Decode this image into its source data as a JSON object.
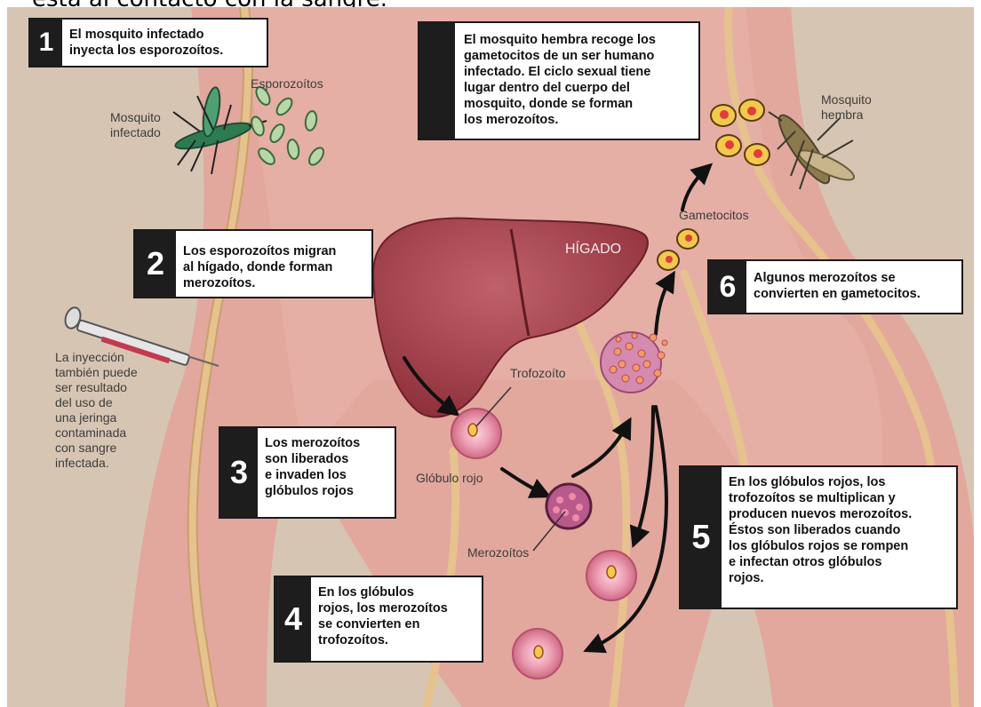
{
  "page_title": "esta al contacto con la sangre.",
  "steps": [
    {
      "number": "1",
      "text": "El mosquito infectado\ninyecta los esporozoítos."
    },
    {
      "number": "2",
      "text": "Los esporozoítos migran\nal hígado, donde forman\nmerozoítos."
    },
    {
      "number": "3",
      "text": "Los merozoítos\nson liberados\ne invaden los\nglóbulos rojos"
    },
    {
      "number": "4",
      "text": "En los glóbulos\nrojos, los merozoítos\nse convierten en\ntrofozoítos."
    },
    {
      "number": "5",
      "text": "En los glóbulos rojos, los\ntrofozoítos se multiplican y\nproducen nuevos merozoítos.\nÉstos son liberados cuando\nlos glóbulos rojos se rompen\ne infectan otros glóbulos\nrojos."
    },
    {
      "number": "6",
      "text": "Algunos merozoítos se\nconvierten en gametocitos."
    },
    {
      "number": "",
      "text": "El mosquito hembra recoge los\ngametocitos de un ser humano\ninfectado. El ciclo sexual tiene\nlugar dentro del cuerpo del\nmosquito, donde se forman\nlos merozoítos."
    }
  ],
  "labels": {
    "esporozoitos": "Esporozoítos",
    "mosquito_infectado": "Mosquito\ninfectado",
    "mosquito_hembra": "Mosquito\nhembra",
    "gametocitos": "Gametocitos",
    "higado": "HÍGADO",
    "trofozoito": "Trofozoíto",
    "globulo_rojo": "Glóbulo rojo",
    "merozoitos": "Merozoítos",
    "inyeccion": "La inyección\ntambién puede\nser resultado\ndel uso de\nuna jeringa\ncontaminada\ncon sangre\ninfectada."
  },
  "colors": {
    "background": "#d8c7b6",
    "body": "#e3a79e",
    "vein": "#e5c08c",
    "liver": "#a8424a",
    "blood_cell": "#e98ca3",
    "merozoite": "#e8b04a",
    "box_border": "#1b1b1b",
    "number_bg": "#1d1d1d"
  }
}
